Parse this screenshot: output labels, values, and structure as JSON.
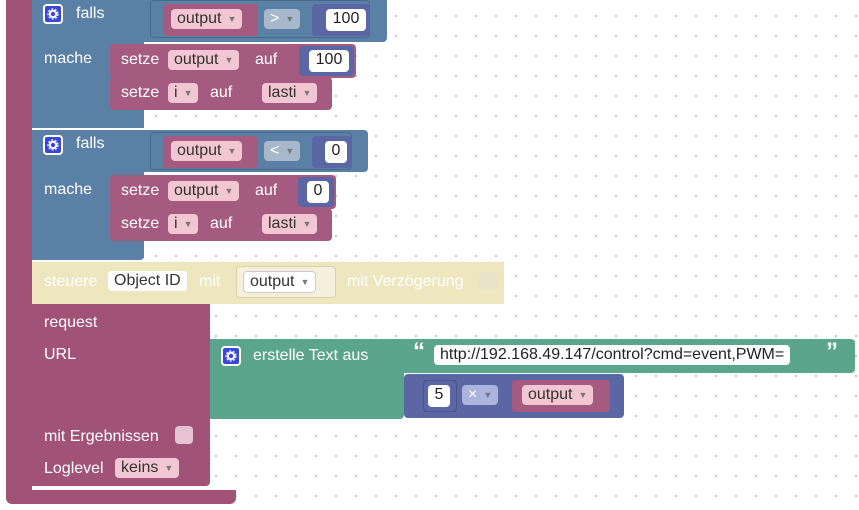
{
  "if1": {
    "keyword": "falls",
    "do": "mache"
  },
  "cmp1": {
    "left_var": "output",
    "op": ">",
    "right": "100"
  },
  "set1a": {
    "kw": "setze",
    "var": "output",
    "auf": "auf",
    "value": "100"
  },
  "set1b": {
    "kw": "setze",
    "var": "i",
    "auf": "auf",
    "value": "lasti"
  },
  "if2": {
    "keyword": "falls",
    "do": "mache"
  },
  "cmp2": {
    "left_var": "output",
    "op": "<",
    "right": "0"
  },
  "set2a": {
    "kw": "setze",
    "var": "output",
    "auf": "auf",
    "value": "0"
  },
  "set2b": {
    "kw": "setze",
    "var": "i",
    "auf": "auf",
    "value": "lasti"
  },
  "control": {
    "kw": "steuere",
    "object": "Object ID",
    "with": "mit",
    "value": "output",
    "delay": "mit Verzögerung"
  },
  "request": {
    "title": "request",
    "url_label": "URL",
    "results_label": "mit Ergebnissen",
    "loglevel_label": "Loglevel",
    "loglevel_value": "keins"
  },
  "text_join": {
    "label": "erstelle Text aus",
    "open_quote": "“",
    "close_quote": "”",
    "string": "http://192.168.49.147/control?cmd=event,PWM=",
    "mul_left": "5",
    "mul_op": "×",
    "mul_var": "output"
  },
  "colors": {
    "if_block": "#5b80a5",
    "variable_block": "#a55b80",
    "math_block": "#5b67a5",
    "text_block": "#5ba58c",
    "request_block": "#a05377",
    "control_block": "#ede6bf"
  }
}
